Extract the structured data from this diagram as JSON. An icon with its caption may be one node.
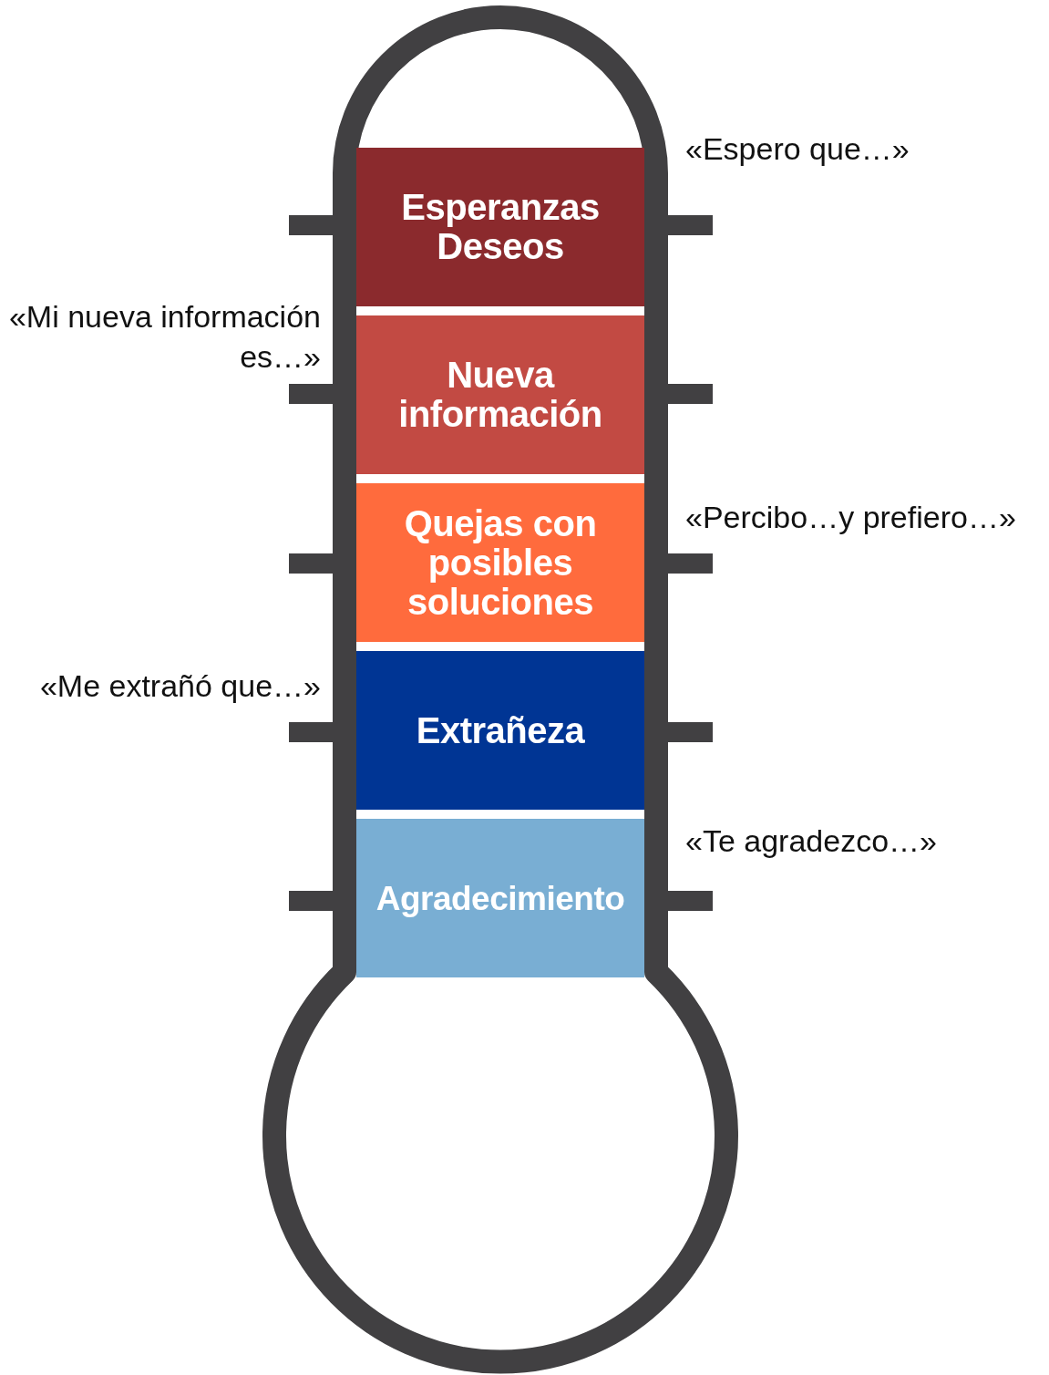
{
  "diagram": {
    "nodes": [
      {
        "text": [
          "Esperanzas Deseos"
        ],
        "beside": [
          "«Espero que…»"
        ]
      },
      {
        "text": [
          "Nueva información"
        ],
        "beside": [
          "«Mi nueva información es…»"
        ]
      },
      {
        "text": [
          "Quejas con posibles soluciones"
        ],
        "beside": [
          "«Percibo…y prefiero…»"
        ]
      },
      {
        "text": [
          "Extrañeza"
        ],
        "beside": [
          "«Me extrañó que…»"
        ]
      },
      {
        "text": [
          "Agradecimiento"
        ],
        "beside": [
          "«Te agradezco…»"
        ]
      }
    ]
  }
}
